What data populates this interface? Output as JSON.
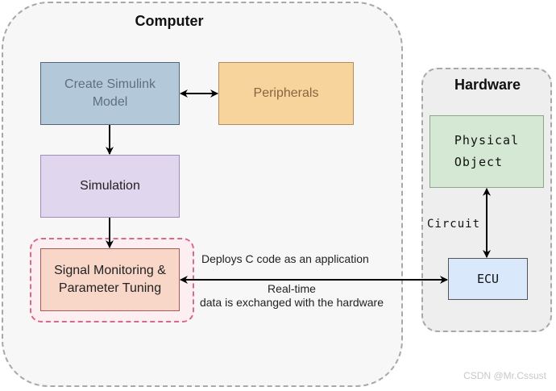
{
  "containers": {
    "computer": {
      "title": "Computer"
    },
    "hardware": {
      "title": "Hardware"
    }
  },
  "nodes": {
    "create_model": {
      "label": "Create Simulink Model",
      "fill": "#b3c8d9"
    },
    "peripherals": {
      "label": "Peripherals",
      "fill": "#f7d49b"
    },
    "simulation": {
      "label": "Simulation",
      "fill": "#e0d6ee"
    },
    "signal_monitoring": {
      "label_line1": "Signal Monitoring &",
      "label_line2": "Parameter Tuning",
      "fill": "#f8d7c8",
      "highlight": "#d46a8c"
    },
    "physical_object": {
      "label_line1": "Physical",
      "label_line2": "Object",
      "fill": "#d5e8d4"
    },
    "ecu": {
      "label": "ECU",
      "fill": "#dae8fc"
    }
  },
  "edges": {
    "model_periph": {
      "from": "create_model",
      "to": "peripherals",
      "direction": "both"
    },
    "model_sim": {
      "from": "create_model",
      "to": "simulation",
      "direction": "forward"
    },
    "sim_signal": {
      "from": "simulation",
      "to": "signal_monitoring",
      "direction": "forward"
    },
    "signal_ecu": {
      "from": "signal_monitoring",
      "to": "ecu",
      "direction": "both",
      "label_above": "Deploys C code as an application",
      "label_below_line1": "Real-time",
      "label_below_line2": "data is exchanged with the hardware"
    },
    "phys_ecu": {
      "from": "physical_object",
      "to": "ecu",
      "direction": "both",
      "label": "Circuit"
    }
  },
  "watermark": "CSDN @Mr.Cssust"
}
